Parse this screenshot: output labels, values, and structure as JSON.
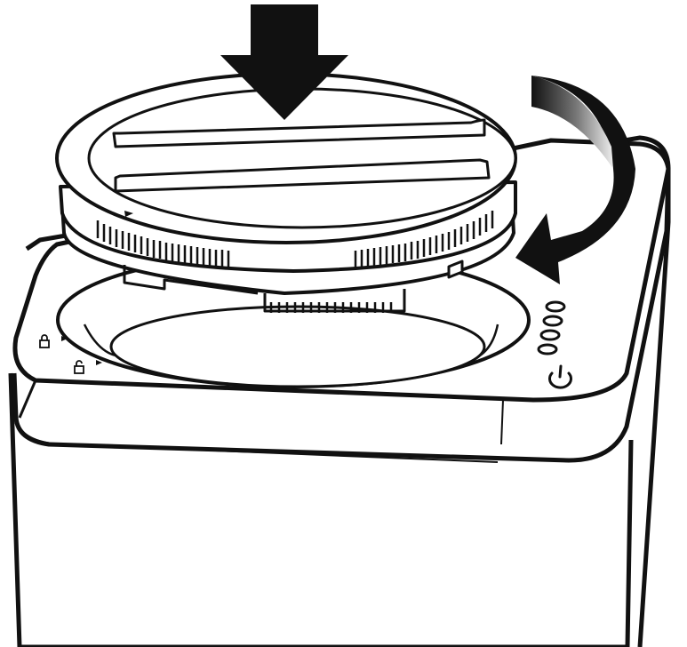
{
  "diagram": {
    "subject": "appliance-lid-installation",
    "steps": [
      {
        "action": "press-down",
        "icon": "down-arrow-icon"
      },
      {
        "action": "rotate-clockwise",
        "icon": "rotate-arrow-icon"
      }
    ],
    "lock_symbols": [
      "lock-closed-icon",
      "lock-open-icon"
    ],
    "indicator_leds": 4,
    "power_icon": "power-icon",
    "colors": {
      "line": "#111111",
      "fill": "#ffffff",
      "arrow": "#111111"
    }
  }
}
